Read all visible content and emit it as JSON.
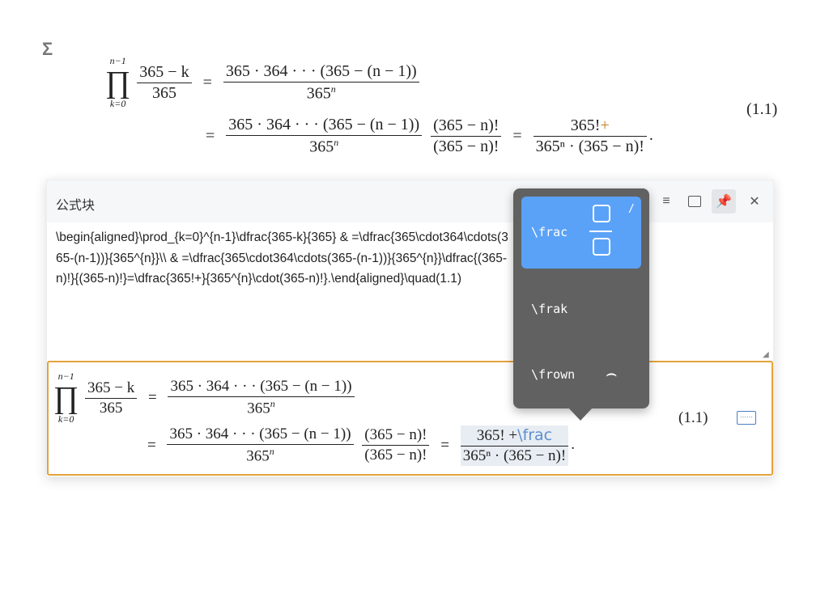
{
  "top_icon": "sigma-icon",
  "equation": {
    "prod_upper": "n−1",
    "prod_lower": "k=0",
    "prod_symbol": "∏",
    "f1_num": "365 − k",
    "f1_den": "365",
    "f2_num": "365 · 364 · · · (365 − (n − 1))",
    "f2_den_base": "365",
    "f2_den_exp": "n",
    "f3_num": "(365 − n)!",
    "f3_den": "(365 − n)!",
    "f4_num": "365!",
    "f4_plus": "+",
    "f4_den": "365ⁿ · (365 − n)!",
    "eq": "=",
    "period": ".",
    "number": "(1.1)"
  },
  "panel": {
    "title": "公式块",
    "toolbar": [
      "align-icon",
      "image-icon",
      "pin-icon",
      "close-icon"
    ],
    "source": "\\begin{aligned}\\prod_{k=0}^{n-1}\\dfrac{365-k}{365} & =\\dfrac{365\\cdot364\\cdots(365-(n-1))}{365^{n}}\\\\  & =\\dfrac{365\\cdot364\\cdots(365-(n-1))}{365^{n}}\\dfrac{(365-n)!}{(365-n)!}=\\dfrac{365!+}{365^{n}\\cdot(365-n)!}.\\end{aligned}\\quad(1.1)",
    "preview_typing": "\\frac",
    "keyboard_icon": "keyboard-icon"
  },
  "autocomplete": {
    "items": [
      {
        "label": "\\frac",
        "preview": "fraction",
        "shortcut": "/",
        "selected": true
      },
      {
        "label": "\\frak",
        "preview": ""
      },
      {
        "label": "\\frown",
        "preview": "⌢"
      }
    ]
  },
  "colors": {
    "accent": "#5aa2f7",
    "border": "#e6a23c",
    "popup": "#616161"
  }
}
